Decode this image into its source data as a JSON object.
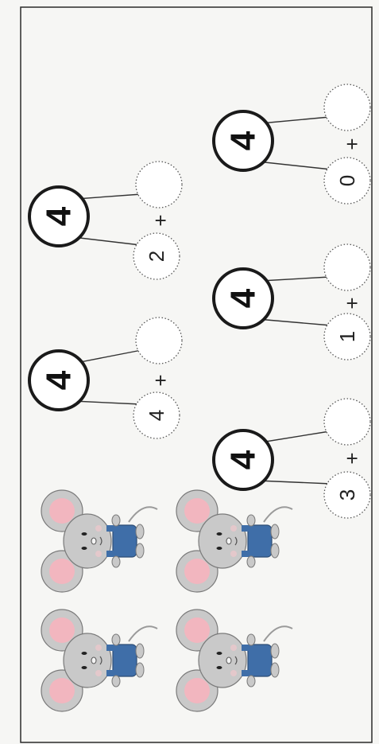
{
  "worksheet": {
    "whole_number": "4",
    "operator": "+",
    "bonds": [
      {
        "whole": "4",
        "part": "4",
        "missing_part": ""
      },
      {
        "whole": "4",
        "part": "2",
        "missing_part": ""
      },
      {
        "whole": "4",
        "part": "3",
        "missing_part": ""
      },
      {
        "whole": "4",
        "part": "1",
        "missing_part": ""
      },
      {
        "whole": "4",
        "part": "0",
        "missing_part": ""
      }
    ],
    "counters": {
      "count": 4,
      "icon": "mouse-icon"
    }
  },
  "colors": {
    "border": "#2a2a2a",
    "paper": "#f6f6f4",
    "mouse_fur": "#c9c9c9",
    "ear_inner": "#f2b6bf",
    "overalls": "#3f6ea8"
  }
}
